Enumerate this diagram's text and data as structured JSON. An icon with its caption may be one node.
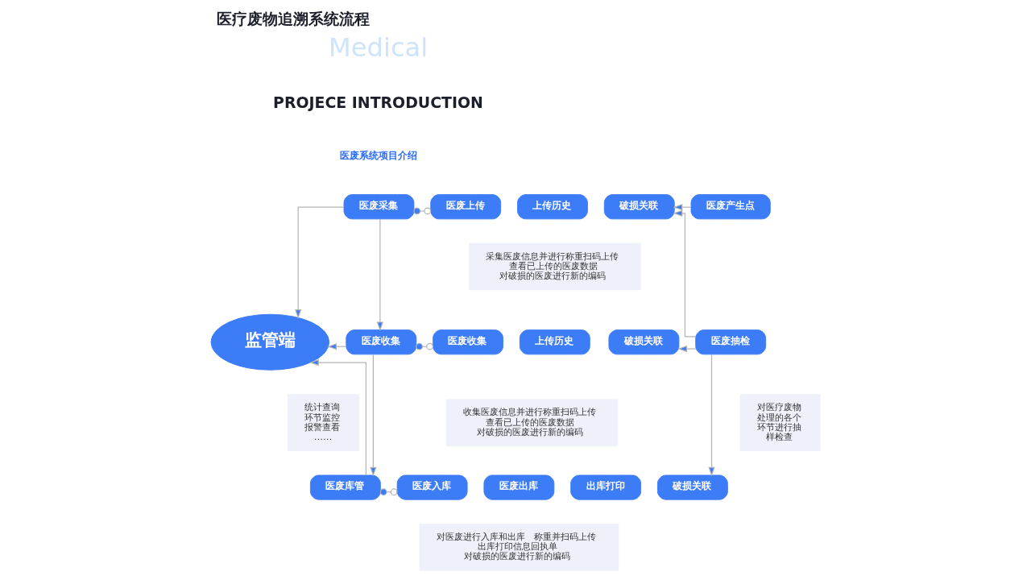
{
  "diagram": {
    "title": "医疗废物追溯系统流程",
    "nodes": [
      {
        "text": [
          "医废采集"
        ]
      },
      {
        "text": [
          "医废上传"
        ]
      },
      {
        "text": [
          "上传历史"
        ]
      },
      {
        "text": [
          "破损关联"
        ]
      },
      {
        "text": [
          "医废产生点"
        ]
      },
      {
        "text": [
          "采集医废信息并进行称重扫码上传",
          "查看已上传的医废数据",
          "对破损的医废进行新的编码"
        ]
      },
      {
        "text": [
          "监管端"
        ]
      },
      {
        "text": [
          "医废收集"
        ]
      },
      {
        "text": [
          "医废收集"
        ]
      },
      {
        "text": [
          "上传历史"
        ]
      },
      {
        "text": [
          "破损关联"
        ]
      },
      {
        "text": [
          "医废抽检"
        ]
      },
      {
        "text": [
          "统计查询",
          "环节监控",
          "报警查看",
          "……"
        ]
      },
      {
        "text": [
          "收集医废信息并进行称重扫码上传",
          "查看已上传的医废数据",
          "对破损的医废进行新的编码"
        ]
      },
      {
        "text": [
          "对医疗废物处理的各个环节进行抽样检查"
        ]
      },
      {
        "text": [
          "医废库管"
        ]
      },
      {
        "text": [
          "医废入库"
        ]
      },
      {
        "text": [
          "医废出库"
        ]
      },
      {
        "text": [
          "出库打印"
        ]
      },
      {
        "text": [
          "破损关联"
        ]
      },
      {
        "text": [
          "对医废进行入库和出库　称重并扫码上传",
          "出库打印信息回执单",
          "对破损的医废进行新的编码"
        ]
      }
    ],
    "edges": [
      {
        "from": 0,
        "to": 6,
        "arrow": "to"
      },
      {
        "from": 7,
        "to": 6,
        "arrow": "to"
      },
      {
        "from": 15,
        "to": 6,
        "arrow": "to"
      },
      {
        "from": 0,
        "to": 7,
        "arrow": "to"
      },
      {
        "from": 7,
        "to": 15,
        "arrow": "to"
      },
      {
        "from": 0,
        "to": 1,
        "arrow": "other"
      },
      {
        "from": 7,
        "to": 8,
        "arrow": "other"
      },
      {
        "from": 15,
        "to": 16,
        "arrow": "other"
      },
      {
        "from": 4,
        "to": 3,
        "arrow": "to"
      },
      {
        "from": 11,
        "to": 3,
        "arrow": "to"
      },
      {
        "from": 11,
        "to": 10,
        "arrow": "to"
      },
      {
        "from": 11,
        "to": 19,
        "arrow": "to"
      }
    ],
    "labels": [
      "Medical",
      "PROJECE INTRODUCTION",
      "医废系统项目介绍"
    ]
  }
}
